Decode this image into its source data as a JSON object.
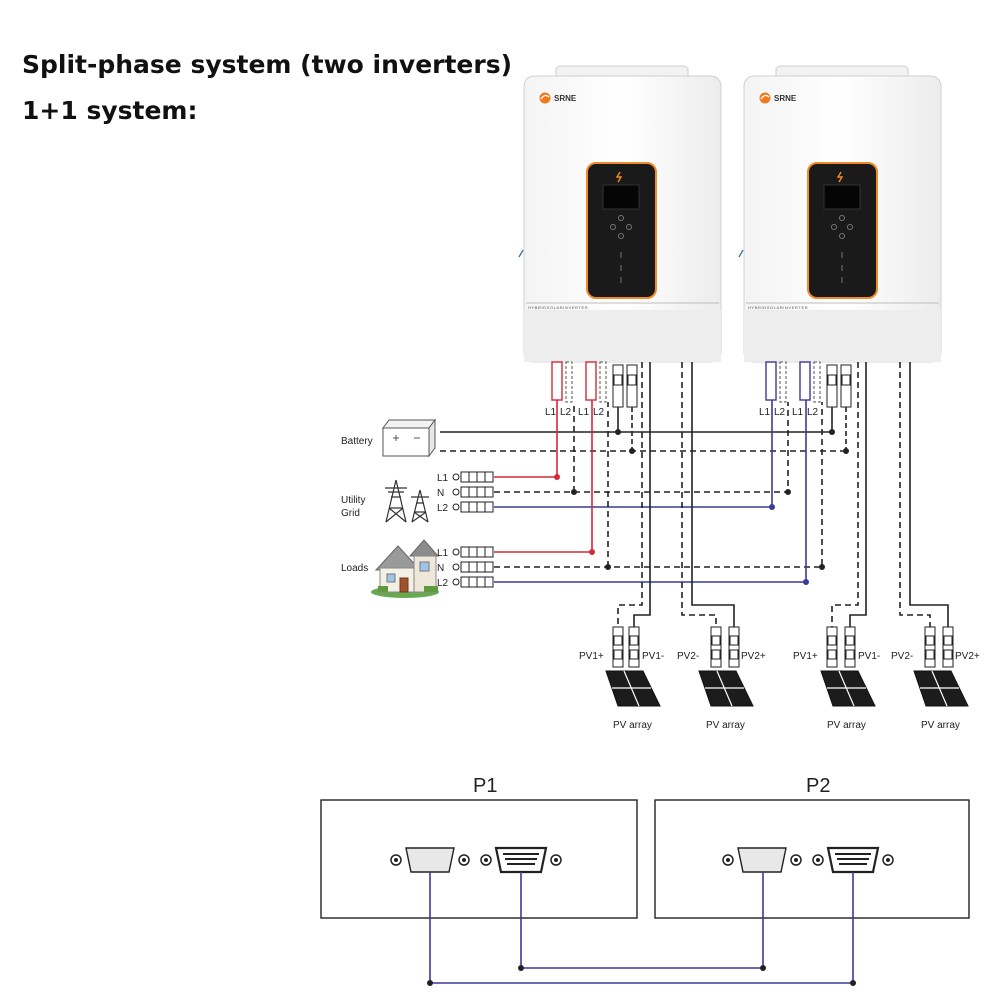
{
  "header": {
    "title": "Split-phase system (two inverters)",
    "subtitle": "1+1 system:"
  },
  "inverters": [
    {
      "brand": "SRNE",
      "model": "HYBRIDSOLARINVERTER",
      "terminals": [
        "L1",
        "L2",
        "L1",
        "L2"
      ]
    },
    {
      "brand": "SRNE",
      "model": "HYBRIDSOLARINVERTER",
      "terminals": [
        "L1",
        "L2",
        "L1",
        "L2"
      ]
    }
  ],
  "labels": {
    "battery": "Battery",
    "utility_line1": "Utility",
    "utility_line2": "Grid",
    "loads": "Loads",
    "phase_l1": "L1",
    "neutral": "N",
    "phase_l2": "L2"
  },
  "pv": {
    "breakers": [
      "PV1+",
      "PV1-",
      "PV2-",
      "PV2+",
      "PV1+",
      "PV1-",
      "PV2-",
      "PV2+"
    ],
    "array_label": "PV array"
  },
  "parallel_units": [
    {
      "label": "P1"
    },
    {
      "label": "P2"
    }
  ],
  "colors": {
    "line_red": "#d42a3c",
    "line_blue": "#3a3a9a",
    "line_black": "#222222",
    "brand_orange": "#f07a1a"
  }
}
